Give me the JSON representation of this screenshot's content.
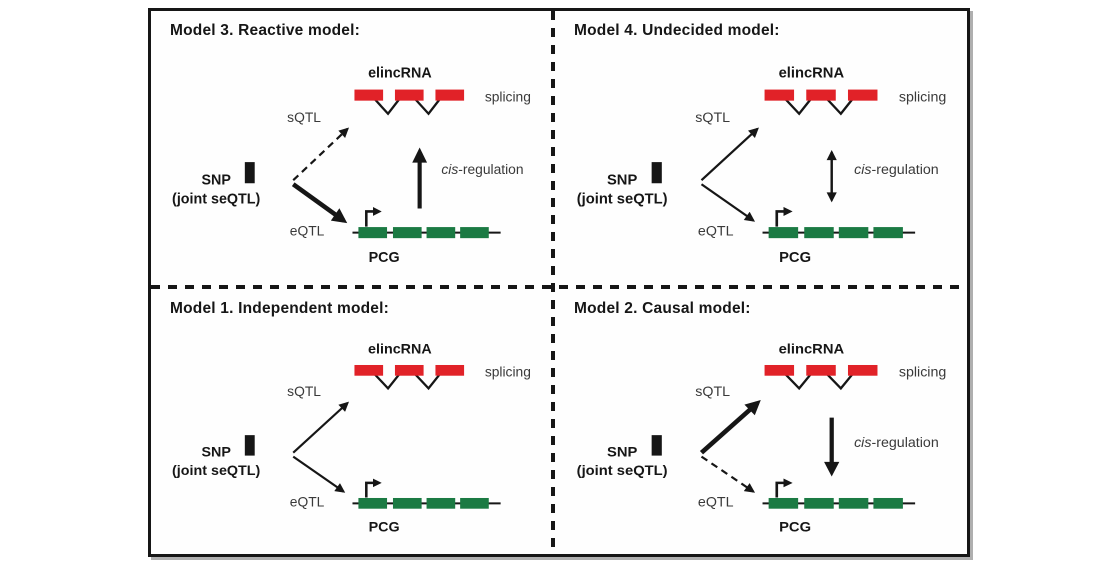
{
  "figure": {
    "description": "Four-quadrant schematic of SNP effect models on elincRNA splicing and PCG expression",
    "border_color": "#161616",
    "background": "#ffffff"
  },
  "colors": {
    "elincrna_exon": "#e12228",
    "pcg_exon": "#1b7a43",
    "line_black": "#161616",
    "gray_text": "#3a3a3a"
  },
  "labels": {
    "snp": "SNP",
    "joint_seqtl": "(joint seQTL)",
    "sqtl": "sQTL",
    "eqtl": "eQTL",
    "elincrna": "elincRNA",
    "splicing": "splicing",
    "pcg": "PCG",
    "cis_italic": "cis",
    "cis_rest": "-regulation"
  },
  "models": [
    {
      "key": "model-3",
      "position": "top-left",
      "title": "Model 3. Reactive model:",
      "sqtl_arrow": "thin-dashed",
      "eqtl_arrow": "thick-solid",
      "cis_arrow": "up-thick"
    },
    {
      "key": "model-4",
      "position": "top-right",
      "title": "Model 4. Undecided model:",
      "sqtl_arrow": "thin-solid",
      "eqtl_arrow": "thin-solid",
      "cis_arrow": "double-thin"
    },
    {
      "key": "model-1",
      "position": "bottom-left",
      "title": "Model 1. Independent model:",
      "sqtl_arrow": "thin-solid",
      "eqtl_arrow": "thin-solid",
      "cis_arrow": "none"
    },
    {
      "key": "model-2",
      "position": "bottom-right",
      "title": "Model 2. Causal model:",
      "sqtl_arrow": "thick-solid",
      "eqtl_arrow": "thin-dashed",
      "cis_arrow": "down-thick"
    }
  ]
}
